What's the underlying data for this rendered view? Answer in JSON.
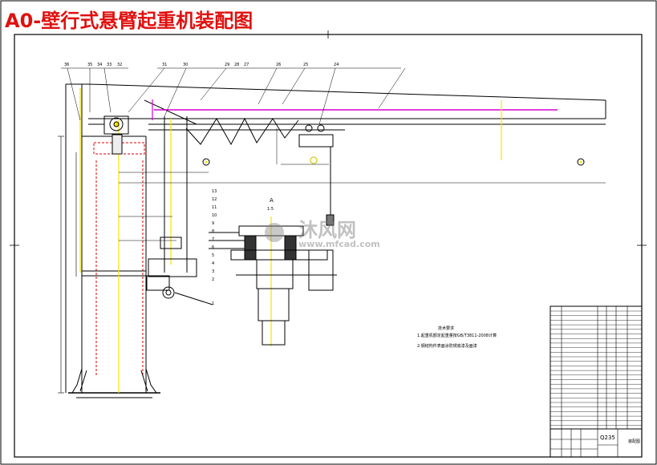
{
  "title": "A0-壁行式悬臂起重机装配图",
  "watermark": {
    "brand": "沐风网",
    "url": "www.mfcad.com"
  },
  "notes": {
    "heading": "技术要求",
    "line1": "1.起重机额定起重量按GB/T3811-2008计算",
    "line2": "2.钢结构件表面涂防锈底漆及面漆"
  },
  "labels": {
    "top_callouts": [
      "36",
      "35",
      "34",
      "33",
      "32",
      "31",
      "30",
      "29",
      "28",
      "27",
      "26",
      "25",
      "24"
    ],
    "detail_callouts": [
      "13",
      "12",
      "11",
      "10",
      "9",
      "8",
      "7",
      "6",
      "5",
      "4",
      "3",
      "2",
      "1"
    ],
    "section_mark": "A",
    "section_scale": "1:5",
    "material": "Q235",
    "title_block_name": "装配图"
  },
  "colors": {
    "title": "#e0100e",
    "magenta": "#d400d4",
    "yellow": "#f5e400",
    "red_dash": "#e00000"
  }
}
